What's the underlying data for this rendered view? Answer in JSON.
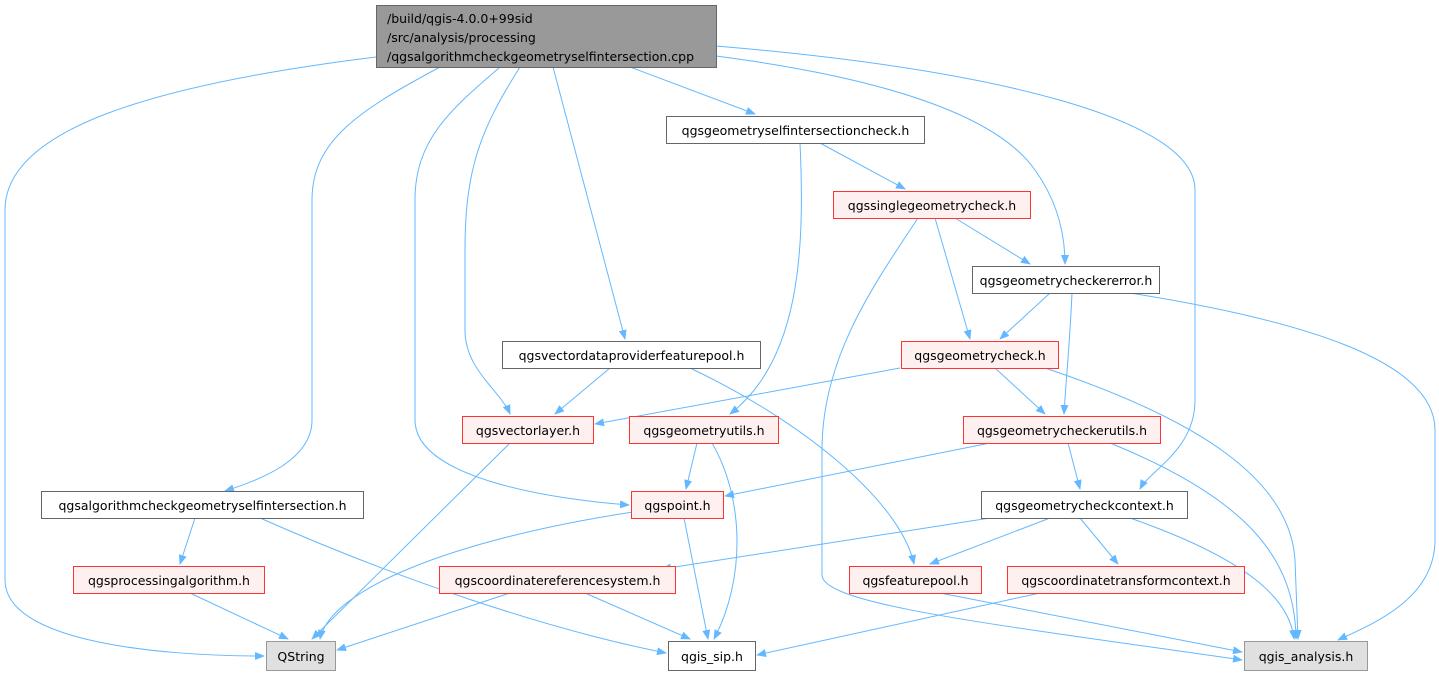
{
  "main_file": {
    "line1": "/build/qgis-4.0.0+99sid",
    "line2": "/src/analysis/processing",
    "line3": "/qgsalgorithmcheckgeometryselfintersection.cpp"
  },
  "nodes": {
    "selfintersectioncheck": "qgsgeometryselfintersectioncheck.h",
    "singlegeometrycheck": "qgssinglegeometrycheck.h",
    "geometrycheckererror": "qgsgeometrycheckererror.h",
    "vectordataproviderfeaturepool": "qgsvectordataproviderfeaturepool.h",
    "geometrycheck": "qgsgeometrycheck.h",
    "vectorlayer": "qgsvectorlayer.h",
    "geometryutils": "qgsgeometryutils.h",
    "geometrycheckerutils": "qgsgeometrycheckerutils.h",
    "algorithmheader": "qgsalgorithmcheckgeometryselfintersection.h",
    "point": "qgspoint.h",
    "geometrycheckcontext": "qgsgeometrycheckcontext.h",
    "processingalgorithm": "qgsprocessingalgorithm.h",
    "coordinatereferencesystem": "qgscoordinatereferencesystem.h",
    "featurepool": "qgsfeaturepool.h",
    "coordinatetransformcontext": "qgscoordinatetransformcontext.h",
    "qstring": "QString",
    "qgis_sip": "qgis_sip.h",
    "qgis_analysis": "qgis_analysis.h"
  },
  "colors": {
    "edge": "#63b8ff",
    "main_fill": "#999999",
    "incomplete_border": "#ff3333",
    "incomplete_fill": "#fff0f0",
    "external_fill": "#e0e0e0"
  }
}
